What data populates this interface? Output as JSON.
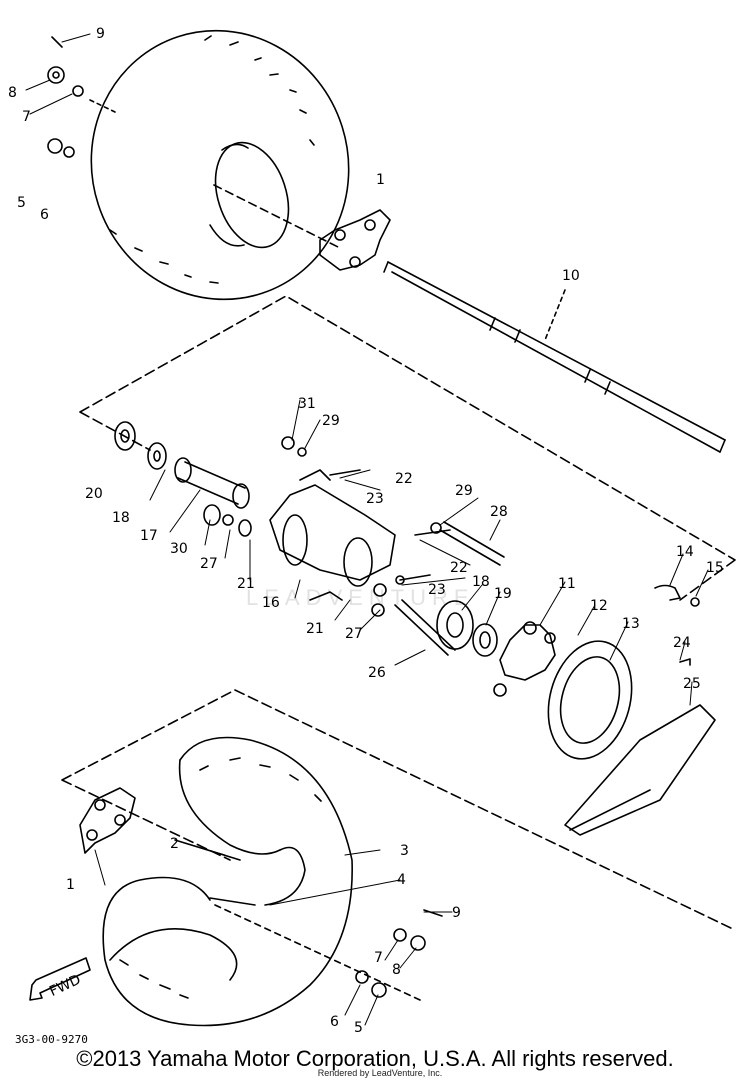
{
  "diagram": {
    "callouts": [
      "9",
      "8",
      "7",
      "5",
      "6",
      "1",
      "10",
      "31",
      "29",
      "22",
      "23",
      "20",
      "18",
      "17",
      "30",
      "27",
      "21",
      "16",
      "29",
      "28",
      "22",
      "23",
      "18",
      "19",
      "11",
      "12",
      "13",
      "14",
      "15",
      "24",
      "25",
      "27",
      "21",
      "26",
      "2",
      "3",
      "4",
      "1",
      "9",
      "7",
      "8",
      "6",
      "5"
    ],
    "part_code": "3G3-00-9270",
    "fwd_label": "FWD"
  },
  "footer": {
    "copyright": "©2013 Yamaha Motor Corporation, U.S.A. All rights reserved.",
    "rendered_by": "Rendered by LeadVenture, Inc."
  },
  "watermark": {
    "text": "LEADVENTURE",
    "color": "#e2e2e2"
  }
}
